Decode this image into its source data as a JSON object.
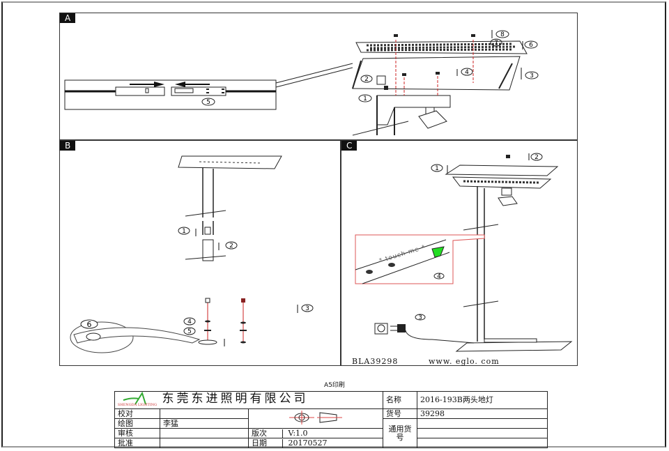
{
  "document": {
    "type": "assembly instruction sheet",
    "model_code": "BLA39298",
    "website": "www. eglo. com",
    "print_note": "A5印刷"
  },
  "panels": [
    {
      "label": "A",
      "steps": [
        "①",
        "②",
        "③",
        "④",
        "⑤",
        "⑥",
        "⑦",
        "⑧"
      ],
      "callouts": {
        "connector_detail_step": "⑤"
      }
    },
    {
      "label": "B",
      "steps": [
        "①",
        "②",
        "③",
        "④",
        "⑤",
        "⑥"
      ]
    },
    {
      "label": "C",
      "steps": [
        "①",
        "②",
        "③",
        "④"
      ],
      "touch_label": "* touch me *",
      "touch_indicator_color": "#22dd22"
    }
  ],
  "colors": {
    "screw_guide_line": "#cc2222",
    "detail_frame": "#dd5555",
    "touch_pad": "#22dd22"
  },
  "title_block": {
    "company_logo_text": "SHENGDA LIGHTING",
    "company_name": "东莞东进照明有限公司",
    "rows": [
      {
        "label": "校对",
        "value": ""
      },
      {
        "label": "绘图",
        "value": "李猛"
      },
      {
        "label": "审核",
        "value": ""
      },
      {
        "label": "批准",
        "value": ""
      }
    ],
    "version_label": "版次",
    "version_value": "V:1.0",
    "date_label": "日期",
    "date_value": "20170527",
    "name_label": "名称",
    "name_value": "2016-193B两头地灯",
    "item_no_label": "货号",
    "item_no_value": "39298",
    "general_item_label": "通用货号",
    "general_item_value": ""
  }
}
